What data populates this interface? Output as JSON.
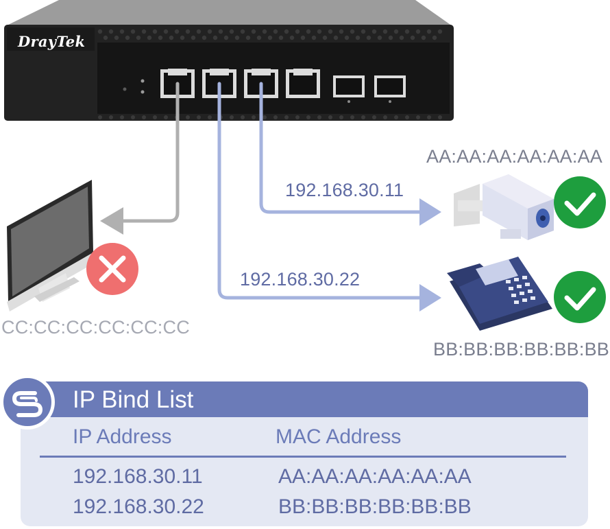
{
  "router": {
    "brand": "DrayTek"
  },
  "devices": {
    "pc": {
      "mac": "CC:CC:CC:CC:CC:CC",
      "status": "blocked"
    },
    "camera": {
      "ip": "192.168.30.11",
      "mac": "AA:AA:AA:AA:AA:AA",
      "status": "allowed"
    },
    "phone": {
      "ip": "192.168.30.22",
      "mac": "BB:BB:BB:BB:BB:BB",
      "status": "allowed"
    }
  },
  "bind_list": {
    "title": "IP Bind List",
    "columns": [
      "IP Address",
      "MAC Address"
    ],
    "rows": [
      {
        "ip": "192.168.30.11",
        "mac": "AA:AA:AA:AA:AA:AA"
      },
      {
        "ip": "192.168.30.22",
        "mac": "BB:BB:BB:BB:BB:BB"
      }
    ]
  },
  "colors": {
    "accent": "#6b7bb8",
    "link_allowed": "#a5b3de",
    "link_blocked": "#b0b0b0",
    "ok": "#1e9e3e",
    "error": "#ef6f6f",
    "router_body": "#262626"
  }
}
